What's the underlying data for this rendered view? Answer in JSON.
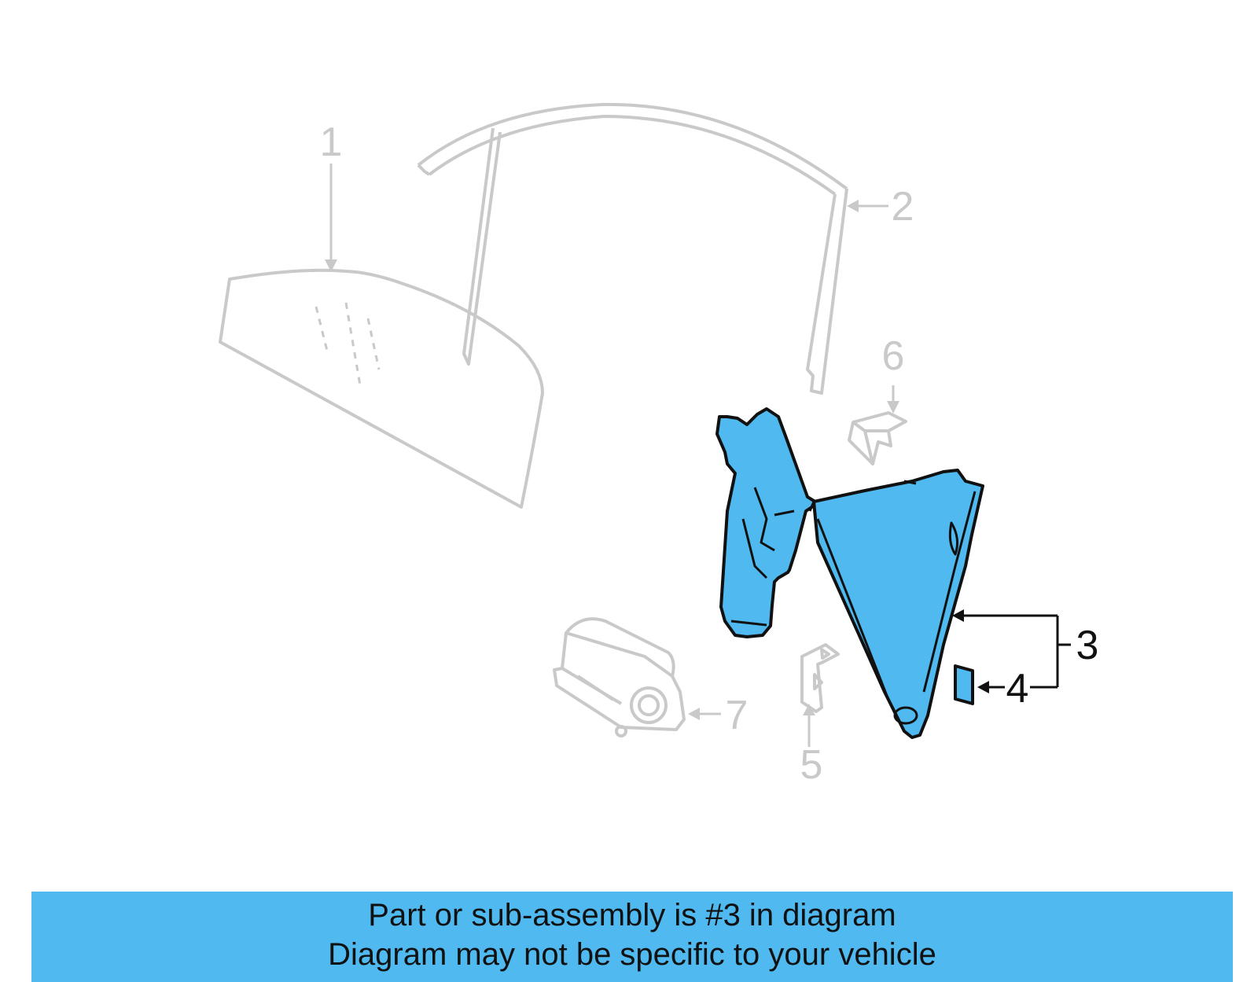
{
  "callouts": [
    {
      "id": "1",
      "label": "1",
      "highlighted": false
    },
    {
      "id": "2",
      "label": "2",
      "highlighted": false
    },
    {
      "id": "3",
      "label": "3",
      "highlighted": true
    },
    {
      "id": "4",
      "label": "4",
      "highlighted": false
    },
    {
      "id": "5",
      "label": "5",
      "highlighted": false
    },
    {
      "id": "6",
      "label": "6",
      "highlighted": false
    },
    {
      "id": "7",
      "label": "7",
      "highlighted": false
    }
  ],
  "banner": {
    "line1": "Part or sub-assembly is #3 in diagram",
    "line2": "Diagram may not be specific to your vehicle"
  },
  "colors": {
    "highlight": "#4fb9f0",
    "faded_line": "#c9c9c9",
    "outline": "#111111"
  }
}
